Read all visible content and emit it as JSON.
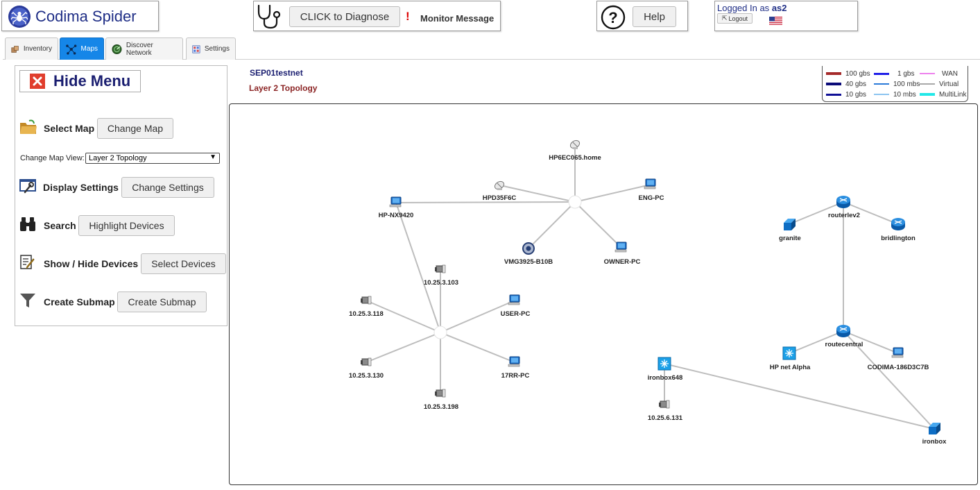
{
  "header": {
    "app_title": "Codima Spider",
    "diagnose_label": "CLICK to Diagnose",
    "monitor_label": "Monitor Message",
    "help_label": "Help",
    "logged_in_prefix": "Logged In as",
    "username": "as2",
    "logout_label": "Logout"
  },
  "tabs": [
    {
      "label": "Inventory",
      "active": false
    },
    {
      "label": "Maps",
      "active": true
    },
    {
      "label": "Discover Network",
      "active": false
    },
    {
      "label": "Settings",
      "active": false
    }
  ],
  "menu": {
    "hide_label": "Hide Menu",
    "select_map_label": "Select Map",
    "change_map_btn": "Change Map",
    "change_map_view_label": "Change Map View:",
    "map_view_selected": "Layer 2 Topology",
    "display_settings_label": "Display Settings",
    "change_settings_btn": "Change Settings",
    "search_label": "Search",
    "highlight_btn": "Highlight Devices",
    "show_hide_label": "Show / Hide Devices",
    "select_devices_btn": "Select Devices",
    "create_submap_label": "Create Submap",
    "create_submap_btn": "Create Submap"
  },
  "map": {
    "name": "SEP01testnet",
    "view_title": "Layer 2 Topology"
  },
  "legend": [
    {
      "label": "100 gbs",
      "color": "#a52a2a"
    },
    {
      "label": "40 gbs",
      "color": "#0a0a78"
    },
    {
      "label": "10 gbs",
      "color": "#101096"
    },
    {
      "label": "1 gbs",
      "color": "#1d1de8"
    },
    {
      "label": "100 mbs",
      "color": "#2a7ad8"
    },
    {
      "label": "10 mbs",
      "color": "#8cc4f0"
    },
    {
      "label": "WAN",
      "color": "#ee82ee"
    },
    {
      "label": "Virtual",
      "color": "#a8a8a8"
    },
    {
      "label": "MultiLink",
      "color": "#22e8e8"
    }
  ],
  "devices": {
    "hp6ec065": "HP6EC065.home",
    "hpd35f6c": "HPD35F6C",
    "eng_pc": "ENG-PC",
    "hp_nx9420": "HP-NX9420",
    "vmg3925": "VMG3925-B10B",
    "owner_pc": "OWNER-PC",
    "ip_103": "10.25.3.103",
    "ip_118": "10.25.3.118",
    "user_pc": "USER-PC",
    "ip_130": "10.25.3.130",
    "rr_pc": "17RR-PC",
    "ip_198": "10.25.3.198",
    "routerlev2": "routerlev2",
    "granite": "granite",
    "bridlington": "bridlington",
    "routecentral": "routecentral",
    "hp_net_alpha": "HP net Alpha",
    "codima_pc": "CODIMA-186D3C7B",
    "ironbox648": "ironbox648",
    "ip_6_131": "10.25.6.131",
    "ironbox": "ironbox"
  }
}
